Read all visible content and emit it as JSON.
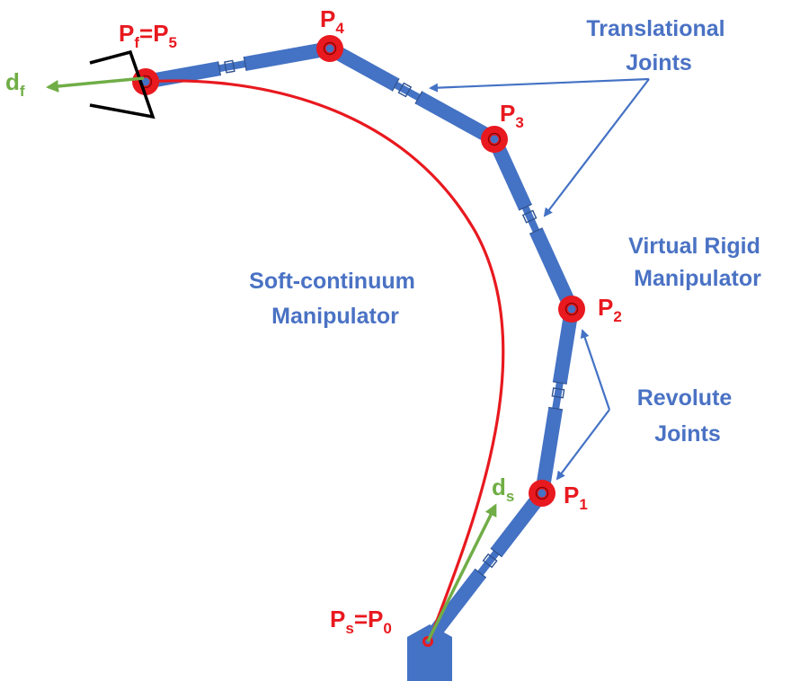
{
  "colors": {
    "link": "#4472c4",
    "joint_ring": "#e8191f",
    "joint_center": "#4472c4",
    "soft_curve": "#e8191f",
    "direction_arrow": "#70ad47",
    "gripper": "#000000",
    "annotation_text": "#4a72c4",
    "point_label": "#e8191f"
  },
  "points": {
    "p0": {
      "base": "P",
      "sub": "s",
      "mid": "=P",
      "sub2": "0"
    },
    "p1": {
      "base": "P",
      "sub": "1"
    },
    "p2": {
      "base": "P",
      "sub": "2"
    },
    "p3": {
      "base": "P",
      "sub": "3"
    },
    "p4": {
      "base": "P",
      "sub": "4"
    },
    "p5": {
      "base": "P",
      "sub": "f",
      "mid": "=P",
      "sub2": "5"
    }
  },
  "vectors": {
    "ds": {
      "base": "d",
      "sub": "s"
    },
    "df": {
      "base": "d",
      "sub": "f"
    }
  },
  "annotations": {
    "translational": [
      "Translational",
      "Joints"
    ],
    "virtual_rigid": [
      "Virtual Rigid",
      "Manipulator"
    ],
    "soft_continuum": [
      "Soft-continuum",
      "Manipulator"
    ],
    "revolute": [
      "Revolute",
      "Joints"
    ]
  }
}
